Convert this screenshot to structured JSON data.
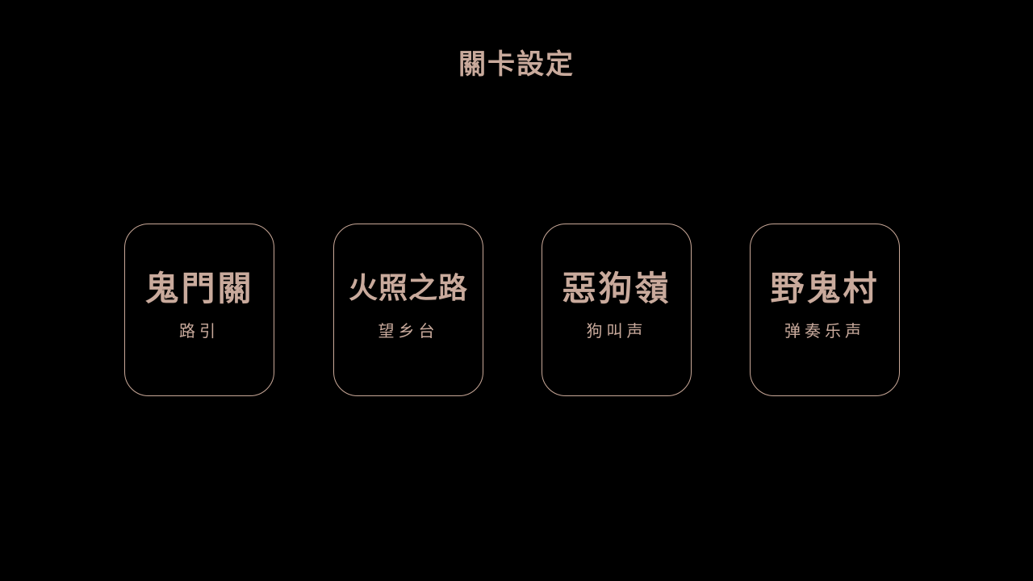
{
  "header": {
    "title": "關卡設定"
  },
  "colors": {
    "background": "#000000",
    "accent": "#c9aa9c",
    "border": "#c9a898"
  },
  "levels": [
    {
      "title": "鬼門關",
      "subtitle": "路引"
    },
    {
      "title": "火照之路",
      "subtitle": "望乡台"
    },
    {
      "title": "惡狗嶺",
      "subtitle": "狗叫声"
    },
    {
      "title": "野鬼村",
      "subtitle": "弹奏乐声"
    }
  ]
}
